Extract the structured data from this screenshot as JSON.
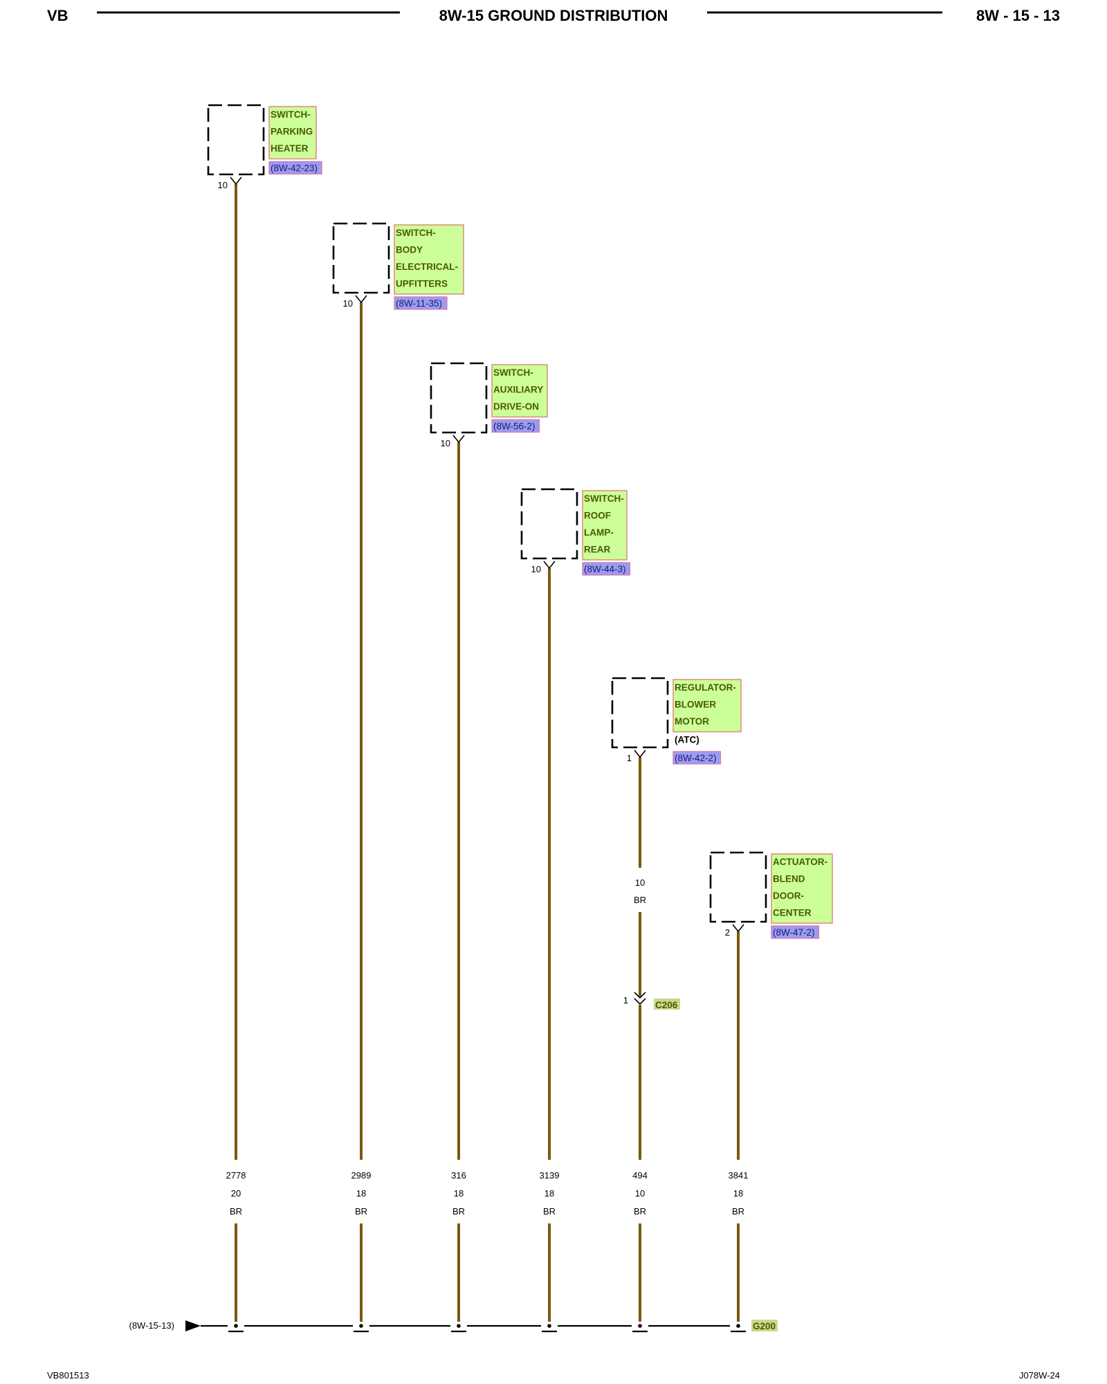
{
  "header": {
    "left": "VB",
    "title": "8W-15 GROUND DISTRIBUTION",
    "right": "8W - 15 - 13"
  },
  "footer": {
    "left": "VB801513",
    "right": "J078W-24"
  },
  "colors": {
    "wire": "#7a5a0e",
    "label_fill": "#ccff99",
    "label_border": "#e08a78",
    "ref_fill": "#9b9cf0",
    "ref_border": "#d47ab0",
    "ground_fill": "#c9d98a"
  },
  "components": [
    {
      "lines": [
        "SWITCH-",
        "PARKING",
        "HEATER"
      ],
      "note": "",
      "ref": "(8W-42-23)",
      "pin": "10"
    },
    {
      "lines": [
        "SWITCH-",
        "BODY",
        "ELECTRICAL-",
        "UPFITTERS"
      ],
      "note": "",
      "ref": "(8W-11-35)",
      "pin": "10"
    },
    {
      "lines": [
        "SWITCH-",
        "AUXILIARY",
        "DRIVE-ON"
      ],
      "note": "",
      "ref": "(8W-56-2)",
      "pin": "10"
    },
    {
      "lines": [
        "SWITCH-",
        "ROOF",
        "LAMP-",
        "REAR"
      ],
      "note": "",
      "ref": "(8W-44-3)",
      "pin": "10"
    },
    {
      "lines": [
        "REGULATOR-",
        "BLOWER",
        "MOTOR"
      ],
      "note": "(ATC)",
      "ref": "(8W-42-2)",
      "pin": "1"
    },
    {
      "lines": [
        "ACTUATOR-",
        "BLEND",
        "DOOR-",
        "CENTER"
      ],
      "note": "",
      "ref": "(8W-47-2)",
      "pin": "2"
    }
  ],
  "wires": [
    {
      "circuit": "2778",
      "gauge": "20",
      "color": "BR"
    },
    {
      "circuit": "2989",
      "gauge": "18",
      "color": "BR"
    },
    {
      "circuit": "316",
      "gauge": "18",
      "color": "BR"
    },
    {
      "circuit": "3139",
      "gauge": "18",
      "color": "BR"
    },
    {
      "circuit": "494",
      "gauge": "10",
      "color": "BR"
    },
    {
      "circuit": "3841",
      "gauge": "18",
      "color": "BR"
    }
  ],
  "inline_wire": {
    "gauge": "10",
    "color": "BR"
  },
  "connector": {
    "name": "C206",
    "pin": "1"
  },
  "ground": {
    "name": "G200"
  },
  "bus_ref": "(8W-15-13)"
}
